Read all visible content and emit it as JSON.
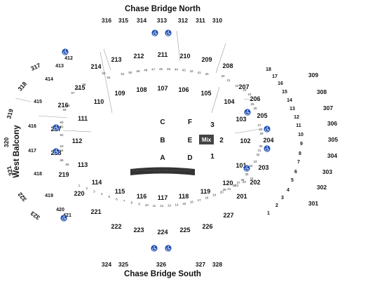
{
  "titles": {
    "north": "Chase Bridge North",
    "south": "Chase Bridge South",
    "west": "West Balcony"
  },
  "floor": {
    "letters": [
      "A",
      "B",
      "C",
      "D",
      "E",
      "F"
    ],
    "numbers": [
      "1",
      "2",
      "3"
    ],
    "mix": "Mix"
  },
  "colors": {
    "accessibility": "#1f4fb5",
    "mix_box": "#444444",
    "stage_band": "#333333"
  },
  "icons": [
    "wheelchair-icon"
  ],
  "sections": {
    "north_bridge": [
      "316",
      "315",
      "314",
      "313",
      "312",
      "311",
      "310"
    ],
    "south_bridge": [
      "324",
      "325",
      "326",
      "327",
      "328"
    ],
    "west_balcony": [
      "317",
      "318",
      "319",
      "320",
      "321",
      "322",
      "323"
    ],
    "east_rows": [
      "18",
      "17",
      "16",
      "15",
      "14",
      "13",
      "12",
      "11",
      "10",
      "9",
      "8",
      "7",
      "6",
      "5",
      "4",
      "3",
      "2",
      "1"
    ],
    "east_300s": [
      "309",
      "308",
      "307",
      "306",
      "305",
      "304",
      "303",
      "302",
      "301"
    ],
    "lower_bowl": [
      "101",
      "102",
      "103",
      "104",
      "105",
      "106",
      "107",
      "108",
      "109",
      "110",
      "111",
      "112",
      "113",
      "114",
      "115",
      "116",
      "117",
      "118",
      "119",
      "120"
    ],
    "mid_level": [
      "201",
      "202",
      "203",
      "204",
      "205",
      "206",
      "207",
      "208",
      "209",
      "210",
      "211",
      "212",
      "213",
      "214",
      "215",
      "216",
      "217",
      "218",
      "219",
      "220",
      "221",
      "222",
      "223",
      "224",
      "225",
      "226",
      "227"
    ],
    "west_400s": [
      "412",
      "413",
      "414",
      "415",
      "416",
      "417",
      "418",
      "419",
      "420",
      "421"
    ],
    "row_numbers_south": [
      "1",
      "2",
      "3",
      "4",
      "5",
      "6",
      "7",
      "8",
      "9",
      "10",
      "11",
      "12",
      "13",
      "14",
      "15",
      "16",
      "17",
      "18",
      "19",
      "20",
      "21",
      "22",
      "23",
      "24"
    ],
    "row_numbers_north": [
      "51",
      "50",
      "49",
      "48",
      "47",
      "46",
      "45",
      "44",
      "43",
      "42",
      "41",
      "40"
    ],
    "row_numbers_misc": [
      "53",
      "54",
      "55",
      "56",
      "57",
      "58",
      "59",
      "60",
      "61",
      "62",
      "63",
      "64",
      "65",
      "66",
      "20",
      "21",
      "22",
      "23",
      "24",
      "25",
      "26",
      "27",
      "28",
      "29",
      "30",
      "31",
      "32",
      "33",
      "34",
      "35",
      "36",
      "37",
      "38",
      "39"
    ]
  }
}
